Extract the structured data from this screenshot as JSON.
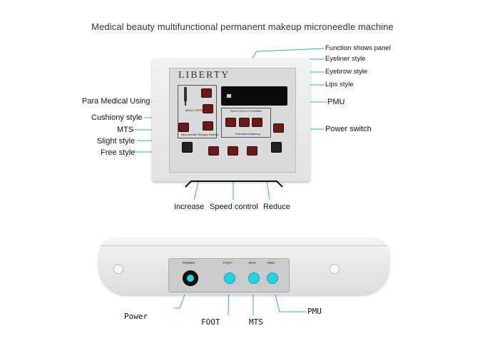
{
  "title": "Medical beauty multifunctional permanent makeup microneedle machine",
  "brand": "LIBERTY",
  "panel_text": {
    "meso_therapy": "MESO THERAPY",
    "microneedle": "Microneedle  Therapy System",
    "permanent_makeup": "Permanent Makeup",
    "display_label": "RUN CYCLE FLASHING"
  },
  "callouts_left": [
    "Para Medical Using",
    "Cushiony style",
    "MTS",
    "Slight style",
    "Free style"
  ],
  "callouts_right": [
    "Function shows panel",
    "Eyeliner style",
    "Eyebrow style",
    "Lips style",
    "PMU",
    "Power switch"
  ],
  "callouts_bottom": [
    "Increase",
    "Speed control",
    "Reduce"
  ],
  "ports": {
    "labels": [
      "POWER",
      "FOOT",
      "MTS",
      "PMU"
    ],
    "callouts": [
      "Power",
      "FOOT",
      "MTS",
      "PMU"
    ]
  },
  "colors": {
    "leader": "#1fb7c7",
    "port_glow": "#23d4e6",
    "button": "#6a1c14"
  }
}
